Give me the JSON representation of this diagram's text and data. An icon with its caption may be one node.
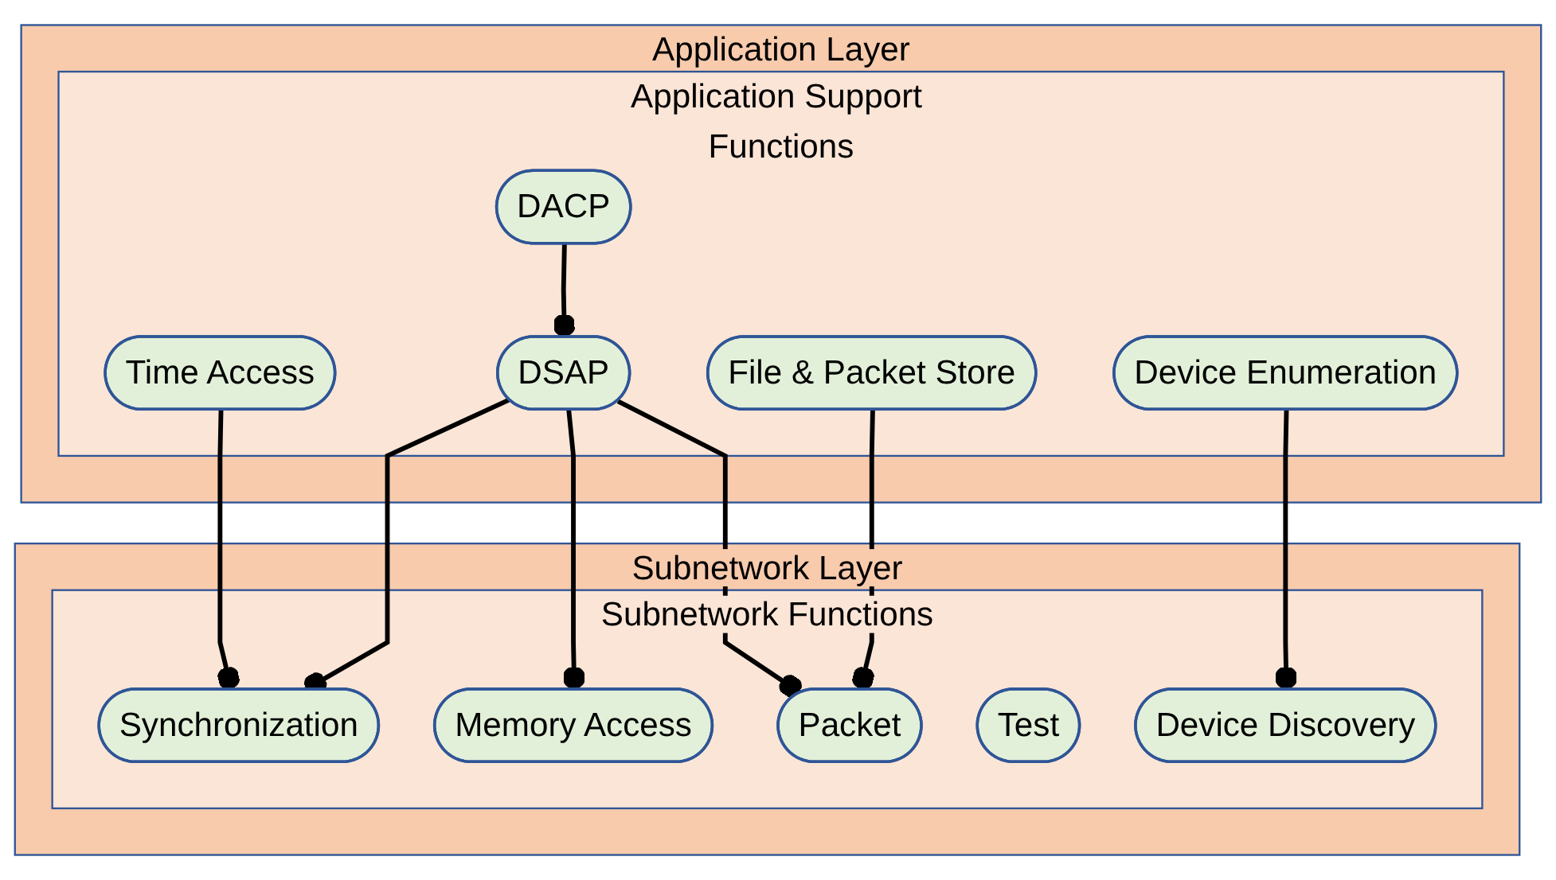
{
  "diagram": {
    "nodes": [
      {
        "text": [
          "Application Layer"
        ]
      },
      {
        "text": [
          "Application Support Functions"
        ],
        "in": 0
      },
      {
        "text": [
          "Time Access"
        ],
        "in": 1
      },
      {
        "text": [
          "DACP"
        ],
        "in": 1
      },
      {
        "text": [
          "DSAP"
        ],
        "in": 1
      },
      {
        "text": [
          "File & Packet Store"
        ],
        "in": 1
      },
      {
        "text": [
          "Device Enumeration"
        ],
        "in": 1
      },
      {
        "text": [
          "Subnetwork Layer"
        ]
      },
      {
        "text": [
          "Subnetwork Functions"
        ],
        "in": 7
      },
      {
        "text": [
          "Synchronization"
        ],
        "in": 8
      },
      {
        "text": [
          "Packet"
        ],
        "in": 8
      },
      {
        "text": [
          "Memory Access"
        ],
        "in": 8
      },
      {
        "text": [
          "Test"
        ],
        "in": 8
      },
      {
        "text": [
          "Device Discovery"
        ],
        "in": 8
      }
    ],
    "edges": [
      {
        "from": 3,
        "to": 4,
        "arrow": "other"
      },
      {
        "from": 2,
        "to": 9,
        "arrow": "other"
      },
      {
        "from": 4,
        "to": 9,
        "arrow": "other"
      },
      {
        "from": 4,
        "to": 11,
        "arrow": "other"
      },
      {
        "from": 4,
        "to": 10,
        "arrow": "other"
      },
      {
        "from": 5,
        "to": 10,
        "arrow": "other"
      },
      {
        "from": 6,
        "to": 13,
        "arrow": "other"
      }
    ]
  }
}
